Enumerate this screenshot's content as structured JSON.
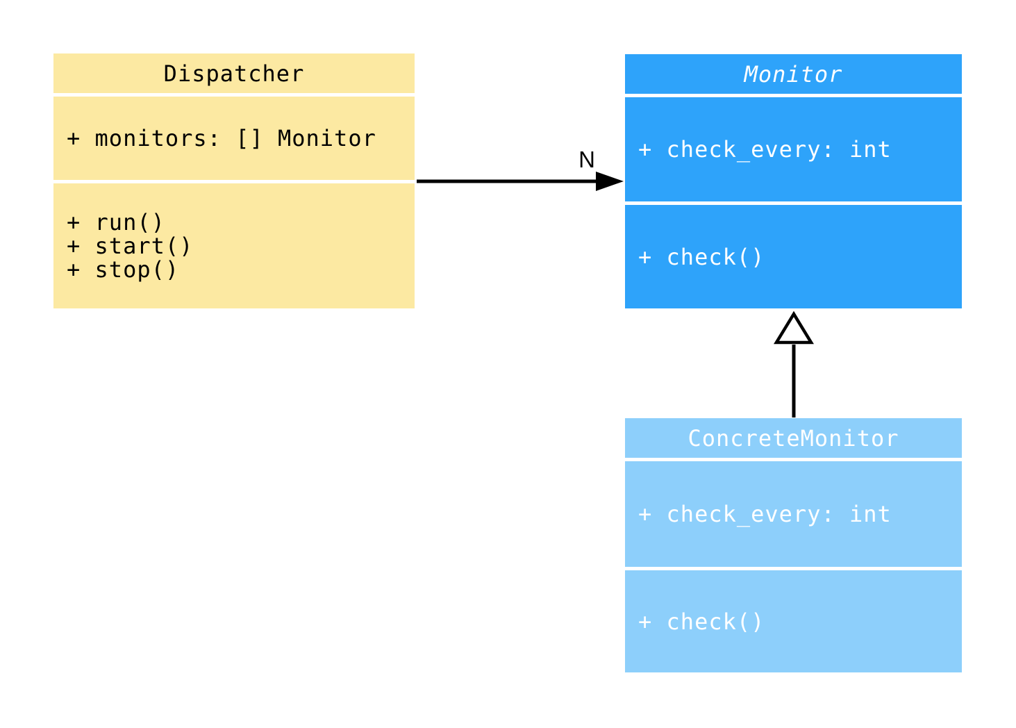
{
  "diagram": {
    "classes": [
      {
        "name": "Dispatcher",
        "abstract": false,
        "attributes": [
          "+ monitors: [] Monitor"
        ],
        "methods": [
          "+ run()",
          "+ start()",
          "+ stop()"
        ],
        "fill_color": "#FCE9A2",
        "text_color": "#000000"
      },
      {
        "name": "Monitor",
        "abstract": true,
        "attributes": [
          "+ check_every: int"
        ],
        "methods": [
          "+ check()"
        ],
        "fill_color": "#2EA3FA",
        "text_color": "#FFFFFF"
      },
      {
        "name": "ConcreteMonitor",
        "abstract": false,
        "attributes": [
          "+ check_every: int"
        ],
        "methods": [
          "+ check()"
        ],
        "fill_color": "#8DCFFB",
        "text_color": "#FFFFFF"
      }
    ],
    "relationships": [
      {
        "type": "association",
        "from": "Dispatcher",
        "to": "Monitor",
        "label": "N"
      },
      {
        "type": "inheritance",
        "from": "ConcreteMonitor",
        "to": "Monitor",
        "label": ""
      }
    ],
    "colors": {
      "line": "#000000",
      "divider": "#FFFFFF",
      "background": "#FFFFFF"
    }
  }
}
